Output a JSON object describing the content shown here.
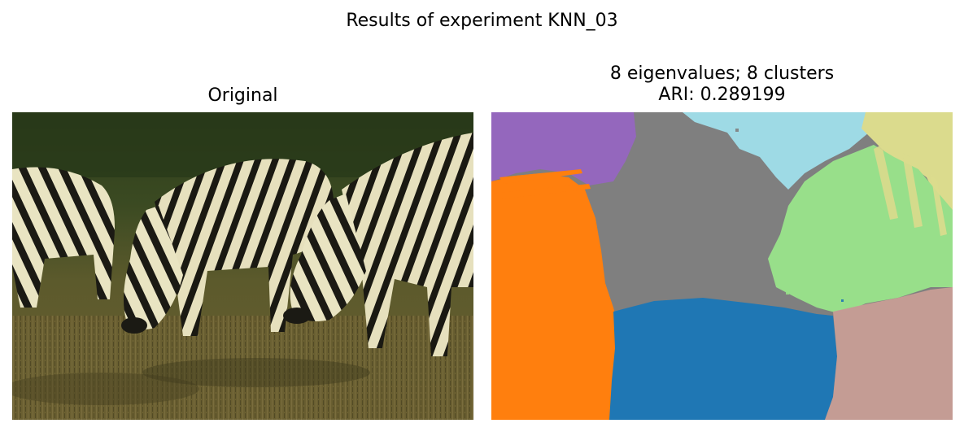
{
  "figure": {
    "suptitle": "Results of experiment KNN_03"
  },
  "panels": {
    "left": {
      "title": "Original",
      "image_description": "zebras-grazing"
    },
    "right": {
      "title_line1": "8 eigenvalues; 8 clusters",
      "title_line2": "ARI: 0.289199",
      "segment_colors": {
        "purple": "#9467bd",
        "gray": "#7f7f7f",
        "light_blue": "#9edae5",
        "khaki": "#dbdb8d",
        "light_green": "#98df8a",
        "orange": "#ff7f0e",
        "blue": "#1f77b4",
        "rose": "#c49c94"
      }
    }
  }
}
